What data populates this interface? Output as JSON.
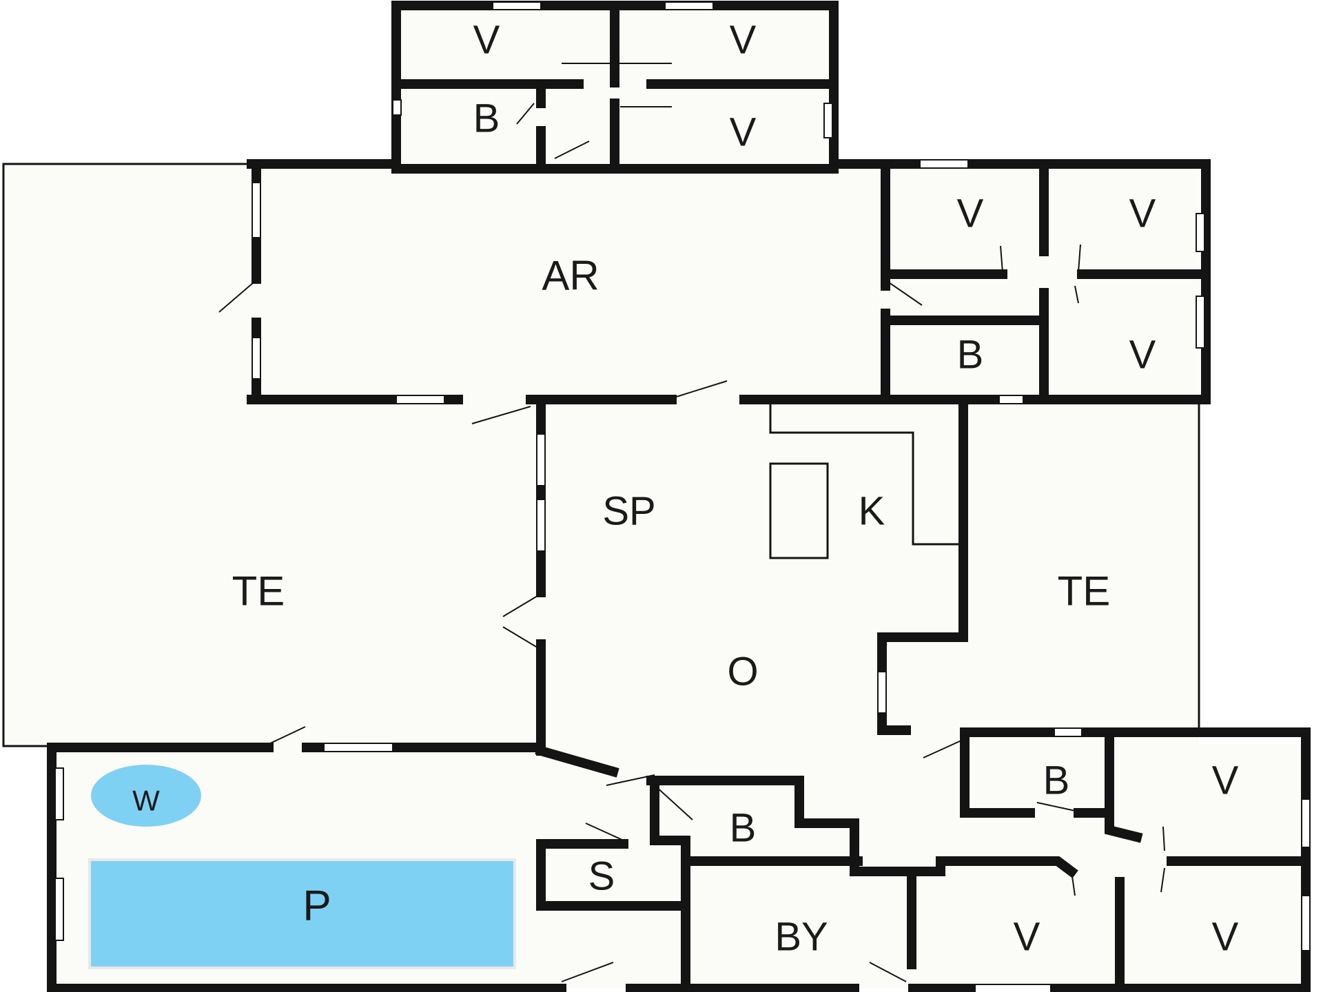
{
  "floorplan": {
    "colors": {
      "floor": "#fbfbf7",
      "wall": "#141414",
      "window": "#ffffff",
      "pool": "#7fd1f4",
      "background": "#ffffff"
    },
    "rooms": [
      {
        "id": "v1",
        "label": "V"
      },
      {
        "id": "v2",
        "label": "V"
      },
      {
        "id": "b1",
        "label": "B"
      },
      {
        "id": "v3",
        "label": "V"
      },
      {
        "id": "ar",
        "label": "AR"
      },
      {
        "id": "v4",
        "label": "V"
      },
      {
        "id": "v5",
        "label": "V"
      },
      {
        "id": "b2",
        "label": "B"
      },
      {
        "id": "v6",
        "label": "V"
      },
      {
        "id": "te-left",
        "label": "TE"
      },
      {
        "id": "sp",
        "label": "SP"
      },
      {
        "id": "k",
        "label": "K"
      },
      {
        "id": "o",
        "label": "O"
      },
      {
        "id": "te-right",
        "label": "TE"
      },
      {
        "id": "b3",
        "label": "B"
      },
      {
        "id": "v7",
        "label": "V"
      },
      {
        "id": "b4",
        "label": "B"
      },
      {
        "id": "s",
        "label": "S"
      },
      {
        "id": "by",
        "label": "BY"
      },
      {
        "id": "v8",
        "label": "V"
      },
      {
        "id": "v9",
        "label": "V"
      },
      {
        "id": "w",
        "label": "W"
      },
      {
        "id": "p",
        "label": "P"
      }
    ]
  }
}
